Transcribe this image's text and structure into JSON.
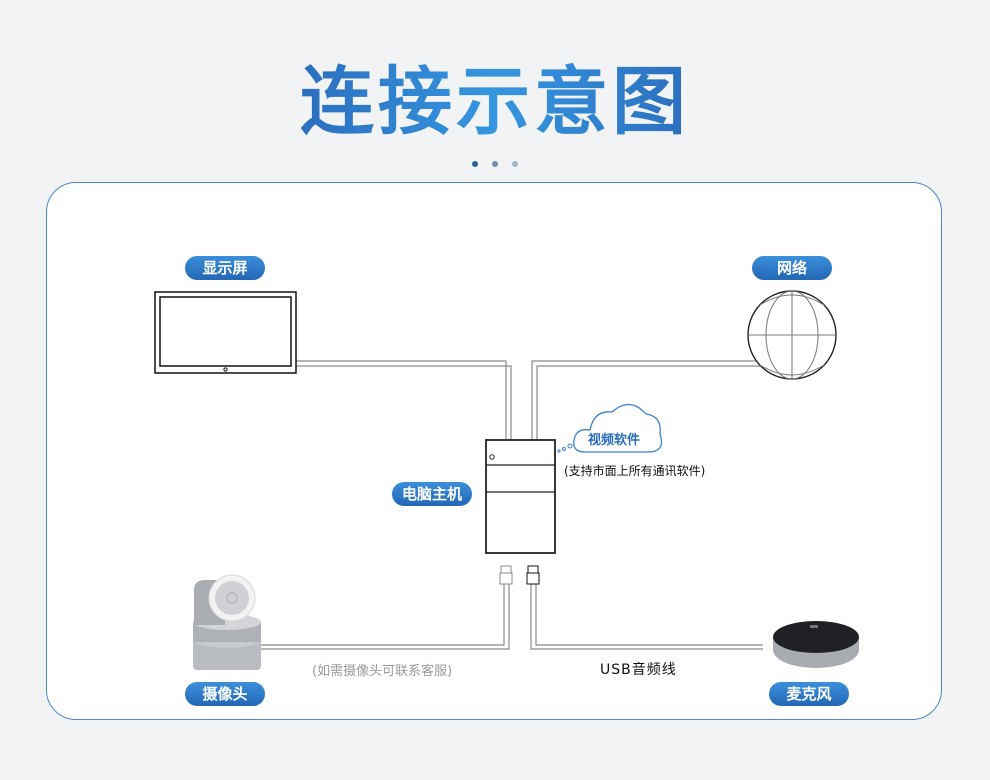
{
  "page": {
    "title": "连接示意图",
    "pagination_dots": [
      "#2b5f98",
      "#6e8fae",
      "#9fb8cf"
    ]
  },
  "diagram": {
    "nodes": {
      "display": {
        "label": "显示屏"
      },
      "network": {
        "label": "网络"
      },
      "computer": {
        "label": "电脑主机"
      },
      "camera": {
        "label": "摄像头"
      },
      "microphone": {
        "label": "麦克风"
      }
    },
    "cloud": {
      "label": "视频软件",
      "note": "(支持市面上所有通讯软件)"
    },
    "edges": [
      {
        "from": "display",
        "to": "computer"
      },
      {
        "from": "network",
        "to": "computer"
      },
      {
        "from": "camera",
        "to": "computer",
        "label": "(如需摄像头可联系客服)"
      },
      {
        "from": "microphone",
        "to": "computer",
        "label": "USB音频线"
      }
    ]
  },
  "colors": {
    "accent": "#2c6fbf",
    "card_border": "#4f86c4",
    "cable": "#8a8a8a",
    "background": "#f2f3f5"
  }
}
